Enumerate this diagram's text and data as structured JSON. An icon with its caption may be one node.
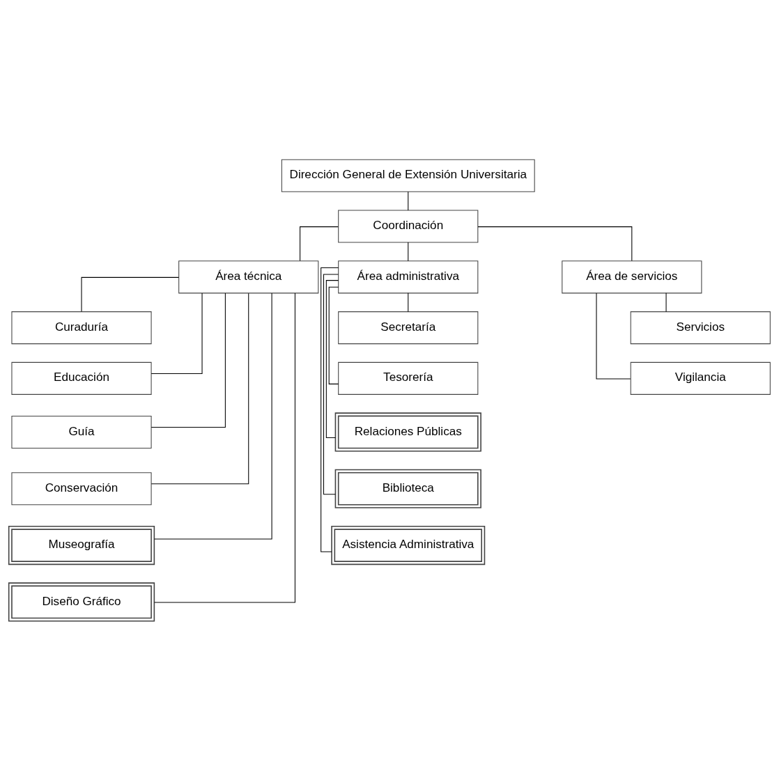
{
  "diagram": {
    "nodes": [
      {
        "text": [
          "Dirección General de Extensión Universitaria"
        ]
      },
      {
        "text": [
          "Coordinación"
        ]
      },
      {
        "text": [
          "Área técnica"
        ]
      },
      {
        "text": [
          "Área administrativa"
        ]
      },
      {
        "text": [
          "Área de servicios"
        ]
      },
      {
        "text": [
          "Curaduría"
        ]
      },
      {
        "text": [
          "Educación"
        ]
      },
      {
        "text": [
          "Guía"
        ]
      },
      {
        "text": [
          "Conservación"
        ]
      },
      {
        "text": [
          "Museografía"
        ]
      },
      {
        "text": [
          "Diseño Gráfico"
        ]
      },
      {
        "text": [
          "Secretaría"
        ]
      },
      {
        "text": [
          "Tesorería"
        ]
      },
      {
        "text": [
          "Relaciones Públicas"
        ]
      },
      {
        "text": [
          "Biblioteca"
        ]
      },
      {
        "text": [
          "Asistencia Administrativa"
        ]
      },
      {
        "text": [
          "Servicios"
        ]
      },
      {
        "text": [
          "Vigilancia"
        ]
      }
    ],
    "edges": [
      {
        "from": 0,
        "to": 1,
        "arrow": "none"
      },
      {
        "from": 1,
        "to": 2,
        "arrow": "none"
      },
      {
        "from": 1,
        "to": 3,
        "arrow": "none"
      },
      {
        "from": 1,
        "to": 4,
        "arrow": "none"
      },
      {
        "from": 2,
        "to": 5,
        "arrow": "none"
      },
      {
        "from": 2,
        "to": 6,
        "arrow": "none"
      },
      {
        "from": 2,
        "to": 7,
        "arrow": "none"
      },
      {
        "from": 2,
        "to": 8,
        "arrow": "none"
      },
      {
        "from": 2,
        "to": 9,
        "arrow": "none"
      },
      {
        "from": 2,
        "to": 10,
        "arrow": "none"
      },
      {
        "from": 3,
        "to": 11,
        "arrow": "none"
      },
      {
        "from": 3,
        "to": 12,
        "arrow": "none"
      },
      {
        "from": 3,
        "to": 13,
        "arrow": "none"
      },
      {
        "from": 3,
        "to": 14,
        "arrow": "none"
      },
      {
        "from": 3,
        "to": 15,
        "arrow": "none"
      },
      {
        "from": 4,
        "to": 16,
        "arrow": "none"
      },
      {
        "from": 4,
        "to": 17,
        "arrow": "none"
      }
    ]
  }
}
